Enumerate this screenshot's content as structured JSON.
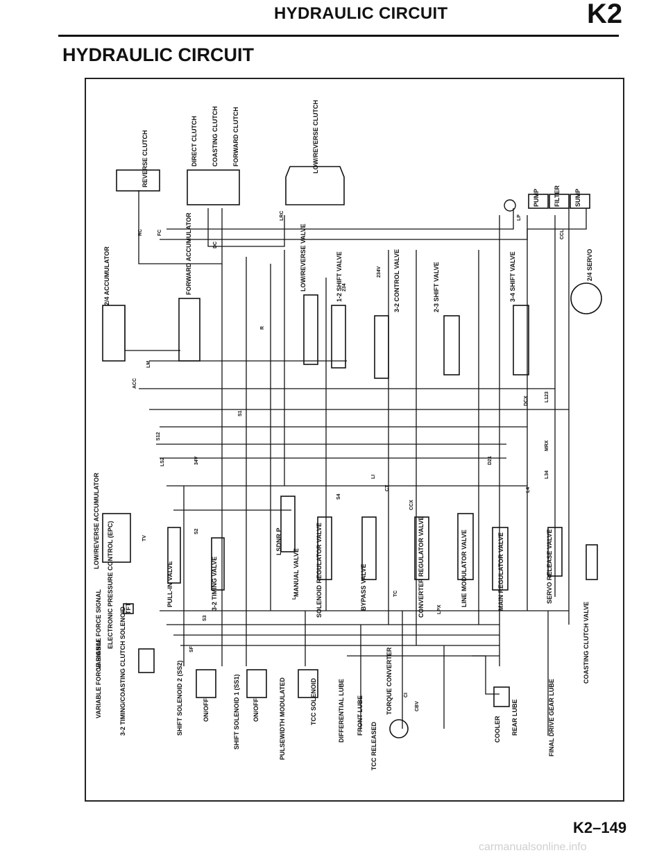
{
  "header": {
    "title": "HYDRAULIC CIRCUIT",
    "code": "K2"
  },
  "section_title": "HYDRAULIC CIRCUIT",
  "page_number": "K2–149",
  "watermark": "carmanualsonline.info",
  "labels": {
    "reverse_clutch": "REVERSE CLUTCH",
    "direct_clutch": "DIRECT CLUTCH",
    "coasting_clutch": "COASTING CLUTCH",
    "forward_clutch": "FORWARD CLUTCH",
    "low_reverse_clutch": "LOW/REVERSE CLUTCH",
    "pump": "PUMP",
    "filter": "FILTER",
    "sump": "SUMP",
    "accumulator_24": "2/4 ACCUMULATOR",
    "forward_accumulator": "FORWARD ACCUMULATOR",
    "low_reverse_valve": "LOW/REVERSE VALVE",
    "shift_valve_12": "1-2 SHIFT VALVE",
    "control_valve_32": "3-2 CONTROL VALVE",
    "shift_valve_23": "2-3 SHIFT VALVE",
    "shift_valve_34": "3-4 SHIFT VALVE",
    "servo_24": "2/4 SERVO",
    "low_reverse_accumulator": "LOW/REVERSE ACCUMULATOR",
    "pull_in_valve": "PULL-IN VALVE",
    "timing_valve_32": "3-2 TIMING VALVE",
    "manual_valve": "MANUAL VALVE",
    "lsdnr": "LSDNR P",
    "solenoid_regulator_valve": "SOLENOID REGULATOR VALVE",
    "bypass_valve": "BYPASS VALVE",
    "converter_regulator_valve": "CONVERTER REGULATOR VALVE",
    "line_modulator_valve": "LINE MODULATOR VALVE",
    "main_regulator_valve": "MAIN REGULATOR VALVE",
    "servo_release_valve": "SERVO RELEASE VALVE",
    "epc": "ELECTRONIC PRESSURE CONTROL (EPC)",
    "tft": "TFT",
    "vfs_1": "VARIABLE FORCE SIGNAL",
    "vfs_2": "VARIABLE FORCE SIGNAL",
    "timing_coasting_solenoid": "3-2 TIMING/COASTING CLUTCH SOLENOID",
    "shift_solenoid_2": "SHIFT SOLENOID 2 (SS2)",
    "shift_solenoid_1": "SHIFT SOLENOID 1 (SS1)",
    "on_off_1": "ON/OFF",
    "on_off_2": "ON/OFF",
    "pulsewidth_modulated": "PULSEWIDTH MODULATED",
    "tcc_solenoid": "TCC SOLENOID",
    "differential_lube": "DIFFERENTIAL LUBE",
    "front_lube": "FRONT LUBE",
    "tcc_released": "TCC RELEASED",
    "torque_converter": "TORQUE CONVERTER",
    "cooler": "COOLER",
    "rear_lube": "REAR LUBE",
    "final_drive_gear_lube": "FINAL DRIVE GEAR LUBE",
    "coasting_clutch_valve": "COASTING CLUTCH VALVE"
  },
  "codes": {
    "rc": "RC",
    "fc": "FC",
    "dc": "DC",
    "lrc": "LRC",
    "lp": "LP",
    "ccl": "CCL",
    "acc": "ACC",
    "lm": "LM",
    "tv": "TV",
    "s1": "S1",
    "s2": "S2",
    "s3": "S3",
    "s4": "S4",
    "s12": "S12",
    "ls2": "LS2",
    "v34": "34V",
    "li": "LI",
    "ccx": "CCX",
    "ct": "CT",
    "tc": "TC",
    "sf": "SF",
    "lpx": "LPX",
    "cbv": "CBV",
    "ci": "CI",
    "d21": "D21",
    "l123": "L123",
    "mrx": "MRX",
    "l34": "L34",
    "l4": "L4",
    "dcx": "DCX",
    "r": "R",
    "l": "L",
    "v234": "234V",
    "c234": "234"
  }
}
